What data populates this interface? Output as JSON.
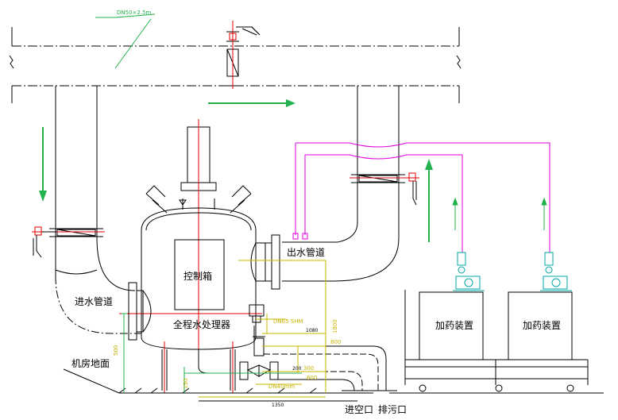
{
  "labels": {
    "control_box": "控制箱",
    "processor": "全程水处理器",
    "inlet_pipe": "进水管道",
    "outlet_pipe": "出水管道",
    "dosing_1": "加药装置",
    "dosing_2": "加药装置",
    "floor": "机房地面",
    "inlet_port": "进空口",
    "drain_port": "排污口"
  },
  "dimensions": {
    "pipe_note": "DN50×2.5m",
    "valve_1": "DN65 SHM",
    "valve_2": "DN40mm",
    "d_1080": "1080",
    "d_800": "800",
    "d_300": "300",
    "d_600": "600",
    "d_200": "200",
    "d_500": "500",
    "d_150": "150",
    "d_1350": "1350",
    "d_1800": "1800"
  },
  "colors": {
    "line": "#000000",
    "center_line": "#e00000",
    "flow_arrow": "#22b14c",
    "dosing_line": "#e000e0",
    "pump": "#00a8a8",
    "dimension": "#c8b400"
  }
}
